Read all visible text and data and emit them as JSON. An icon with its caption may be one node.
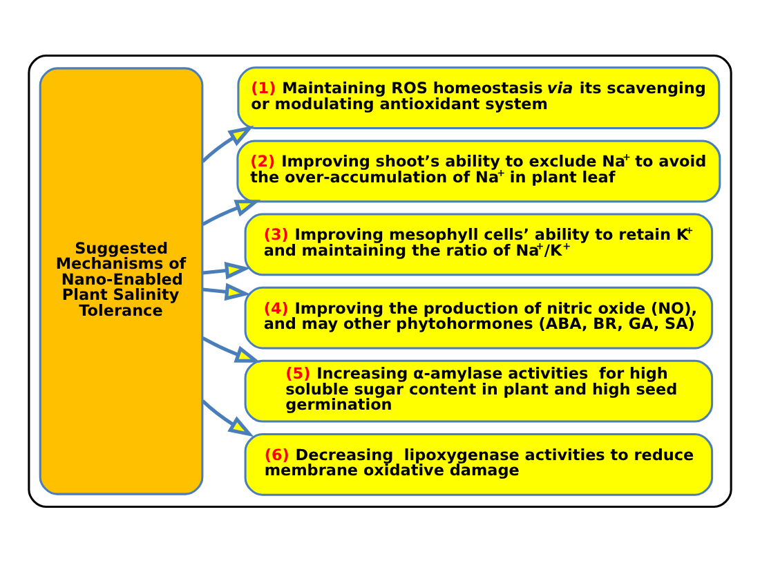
{
  "diagram": {
    "nodes": [
      {
        "text": [],
        "shape": "box"
      },
      {
        "text": [
          "Suggested Mechanisms of Nano-Enabled Plant Salinity Tolerance"
        ],
        "in": 0
      },
      {
        "text": [
          "(1) Maintaining ROS homeostasis *via* its scavenging or modulating antioxidant system"
        ],
        "in": 0
      },
      {
        "text": [
          "(2) Improving shoot’s ability to exclude Na$^{+}$ to avoid the over-accumulation of Na$^{+}$ in plant leaf"
        ],
        "in": 0
      },
      {
        "text": [
          "(3) Improving mesophyll cells’ ability to retain K$^{+}$ and maintaining the ratio of Na$^{+}$/K$^{+}$"
        ],
        "in": 0
      },
      {
        "text": [
          "(4) Improving the production of nitric oxide (NO), and may other phytohormones (ABA, BR, GA, SA)"
        ],
        "in": 0
      },
      {
        "text": [
          "(5) Increasing α-amylase activities  for high soluble sugar content in plant and high seed germination"
        ],
        "in": 0
      },
      {
        "text": [
          "(6) Decreasing  lipoxygenase activities to reduce membrane oxidative damage"
        ],
        "in": 0
      }
    ],
    "edges": [
      {
        "from": 1,
        "to": 2,
        "arrow": "to"
      },
      {
        "from": 1,
        "to": 3,
        "arrow": "to"
      },
      {
        "from": 1,
        "to": 4,
        "arrow": "to"
      },
      {
        "from": 1,
        "to": 5,
        "arrow": "to"
      },
      {
        "from": 1,
        "to": 6,
        "arrow": "to"
      },
      {
        "from": 1,
        "to": 7,
        "arrow": "to"
      }
    ]
  }
}
